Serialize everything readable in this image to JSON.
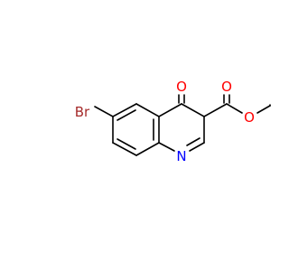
{
  "molecule": {
    "atoms": {
      "bromine": "Br",
      "oxygen_ketone": "O",
      "oxygen_carbonyl": "O",
      "oxygen_ester": "O",
      "nitrogen": "N"
    },
    "colors": {
      "bond": "#000000",
      "bromine": "#a52a2a",
      "oxygen": "#ff0000",
      "nitrogen": "#0000ff"
    }
  }
}
